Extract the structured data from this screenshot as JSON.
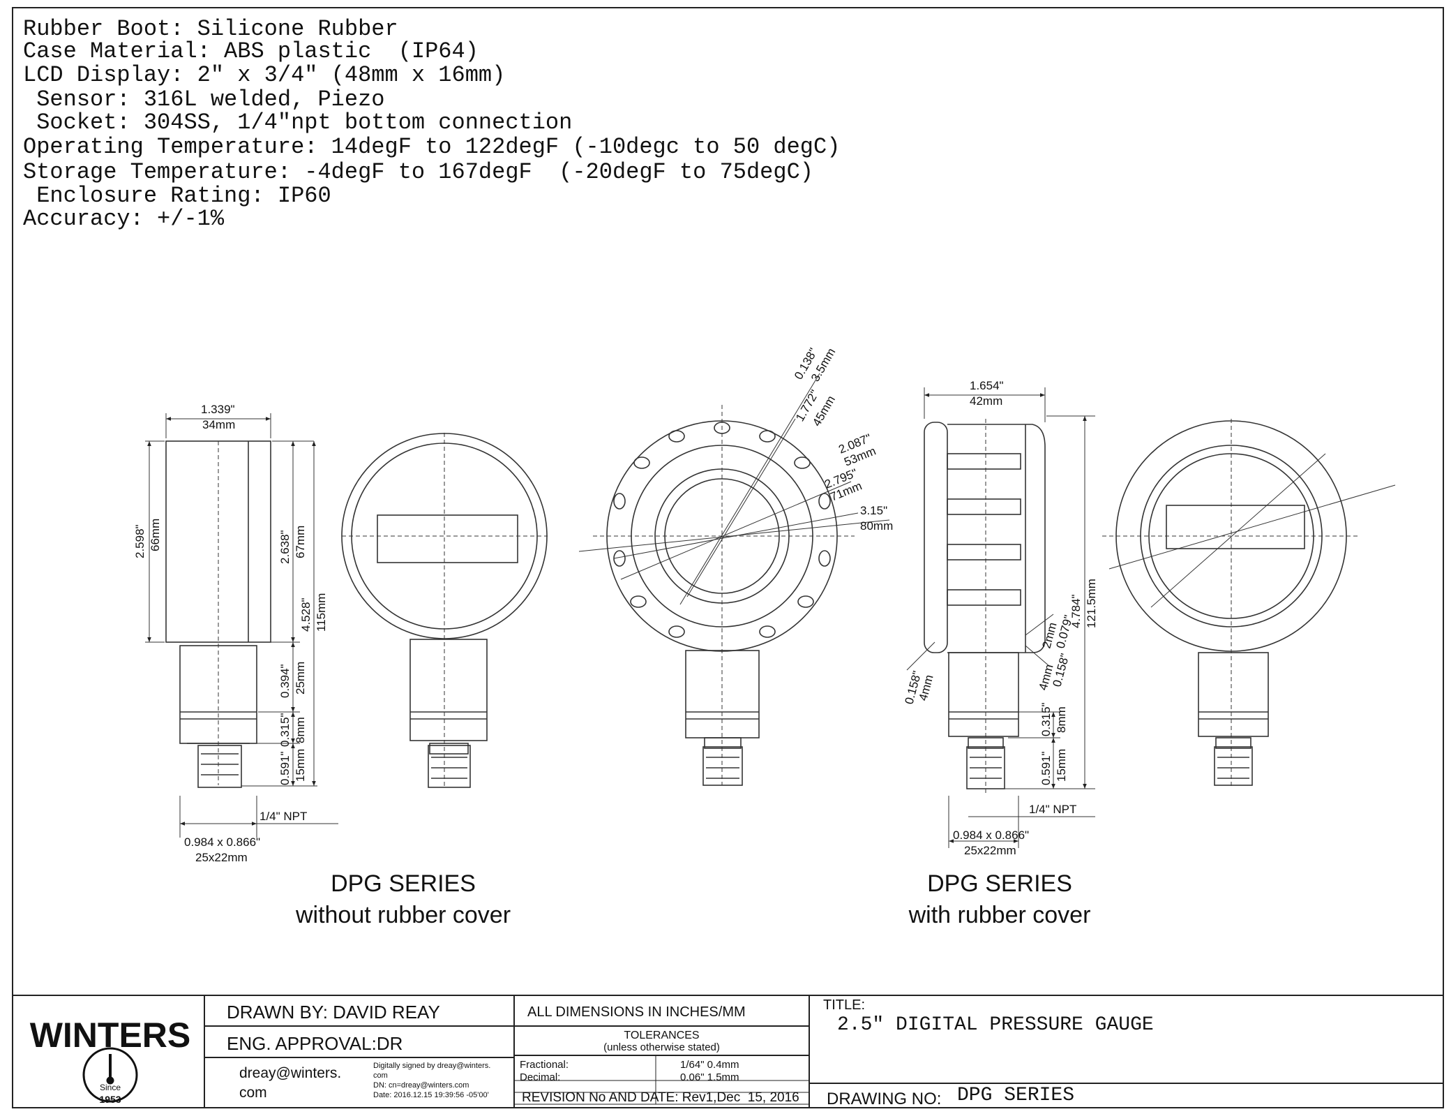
{
  "specs": [
    "Rubber Boot: Silicone Rubber",
    "Case Material: ABS plastic  (IP64)",
    "LCD Display: 2\" x 3/4\" (48mm x 16mm)",
    " Sensor: 316L welded, Piezo",
    " Socket: 304SS, 1/4\"npt bottom connection",
    "Operating Temperature: 14degF to 122degF (-10degc to 50 degC)",
    "Storage Temperature: -4degF to 167degF  (-20degF to 75degC)",
    " Enclosure Rating: IP60",
    "Accuracy: +/-1%"
  ],
  "dims_left": {
    "width_in": "1.339\"",
    "width_mm": "34mm",
    "case_h_in": "2.598\"",
    "case_h_mm": "66mm",
    "h2_in": "2.638\"",
    "h2_mm": "67mm",
    "total_in": "4.528\"",
    "total_mm": "115mm",
    "stem_in": "0.394\"",
    "stem_mm": "25mm",
    "hex_in": "0.315\"",
    "hex_mm": "8mm",
    "thread_in": "0.591\"",
    "thread_mm": "15mm",
    "npt": "1/4\" NPT",
    "hexsize_in": "0.984 x 0.866\"",
    "hexsize_mm": "25x22mm"
  },
  "dims_center": {
    "d1_in": "0.138\"",
    "d1_mm": "3.5mm",
    "d2_in": "1.772\"",
    "d2_mm": "45mm",
    "d3_in": "2.087\"",
    "d3_mm": "53mm",
    "d4_in": "2.795\"",
    "d4_mm": "71mm",
    "d5_in": "3.15\"",
    "d5_mm": "80mm"
  },
  "dims_right": {
    "width_in": "1.654\"",
    "width_mm": "42mm",
    "total_in": "4.784\"",
    "total_mm": "121.5mm",
    "a_in": "0.079\"",
    "a_mm": "2mm",
    "b_in": "0.158\"",
    "b_mm": "4mm",
    "c_in": "0.158\"",
    "c_mm": "4mm",
    "hex_in": "0.315\"",
    "hex_mm": "8mm",
    "thread_in": "0.591\"",
    "thread_mm": "15mm",
    "npt": "1/4\" NPT",
    "hexsize_in": "0.984 x 0.866\"",
    "hexsize_mm": "25x22mm"
  },
  "captions": {
    "left_title": "DPG SERIES",
    "left_sub": "without rubber cover",
    "right_title": "DPG SERIES",
    "right_sub": "with rubber cover"
  },
  "titleblock": {
    "logo_text": "WINTERS",
    "since": "Since",
    "year": "1953",
    "drawn_by": "DRAWN BY: DAVID REAY",
    "eng_approval": "ENG. APPROVAL:DR",
    "email_line1": "dreay@winters.",
    "email_line2": "com",
    "sig_line1": "Digitally signed by dreay@winters.",
    "sig_line2": "com",
    "sig_line3": "DN: cn=dreay@winters.com",
    "sig_line4": "Date: 2016.12.15 19:39:56 -05'00'",
    "all_dims": "ALL DIMENSIONS IN INCHES/MM",
    "tolerances": "TOLERANCES",
    "unless": "(unless otherwise stated)",
    "fractional_label": "Fractional:",
    "fractional_value": "1/64\" 0.4mm",
    "decimal_label": "Decimal:",
    "decimal_value": "0.06\" 1.5mm",
    "revision": "REVISION No AND DATE: Rev1,Dec  15, 2016",
    "title_label": "TITLE:",
    "title_value": "2.5\" DIGITAL PRESSURE GAUGE",
    "drawing_no_label": "DRAWING NO:",
    "drawing_no_value": "DPG SERIES"
  }
}
